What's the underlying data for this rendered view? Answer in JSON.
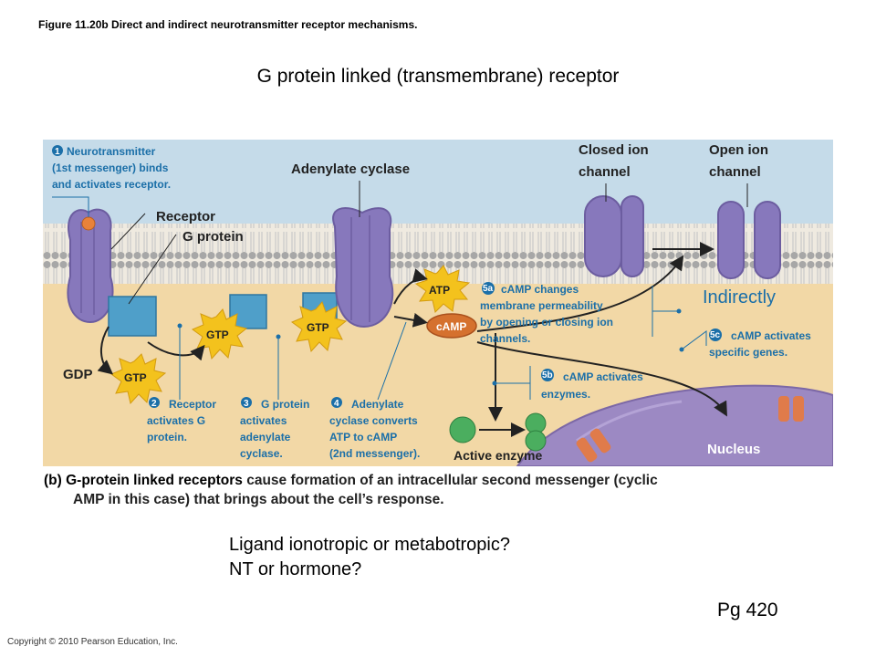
{
  "figure_caption": "Figure 11.20b  Direct and indirect neurotransmitter receptor mechanisms.",
  "slide_title": "G protein linked (transmembrane) receptor",
  "diagram": {
    "step1_num": "1",
    "step1_lines": [
      "Neurotransmitter",
      "(1st messenger) binds",
      "and activates receptor."
    ],
    "receptor_label": "Receptor",
    "gprotein_label": "G protein",
    "adenylate_cyclase_label": "Adenylate cyclase",
    "closed_channel_lines": [
      "Closed ion",
      "channel"
    ],
    "open_channel_lines": [
      "Open ion",
      "channel"
    ],
    "indirectly_label": "Indirectly",
    "gdp_label": "GDP",
    "gtp_label": "GTP",
    "atp_label": "ATP",
    "camp_label": "cAMP",
    "step2_num": "2",
    "step2_lines": [
      "Receptor",
      "activates G",
      "protein."
    ],
    "step3_num": "3",
    "step3_lines": [
      "G protein",
      "activates",
      "adenylate",
      "cyclase."
    ],
    "step4_num": "4",
    "step4_lines": [
      "Adenylate",
      "cyclase converts",
      "ATP to cAMP",
      "(2nd messenger)."
    ],
    "step5a_num": "5a",
    "step5a_lines": [
      "cAMP changes",
      "membrane permeability",
      "by opening or closing ion",
      "channels."
    ],
    "step5b_num": "5b",
    "step5b_lines": [
      "cAMP activates",
      "enzymes."
    ],
    "step5c_num": "5c",
    "step5c_lines": [
      "cAMP activates",
      "specific genes."
    ],
    "active_enzyme_label": "Active enzyme",
    "nucleus_label": "Nucleus",
    "colors": {
      "background": "#c5dbe9",
      "cytoplasm": "#f2d8a6",
      "membrane_head": "#a2a2a2",
      "receptor": "#8778bc",
      "gprotein": "#4f9fc9",
      "starburst": "#f3c21d",
      "camp": "#d5712e",
      "enzyme": "#4bae5f",
      "nucleus": "#9c89c3",
      "teal_text": "#1b6fa8"
    }
  },
  "bottom_caption": {
    "tag": "(b)",
    "bold": "G-protein linked receptors",
    "rest1": " cause formation of an intracellular second messenger (cyclic",
    "line2": "AMP in this case) that brings about the cell’s response."
  },
  "question1": "Ligand ionotropic or metabotropic?",
  "question2": "NT or hormone?",
  "page_ref": "Pg 420",
  "copyright": "Copyright © 2010 Pearson Education, Inc."
}
